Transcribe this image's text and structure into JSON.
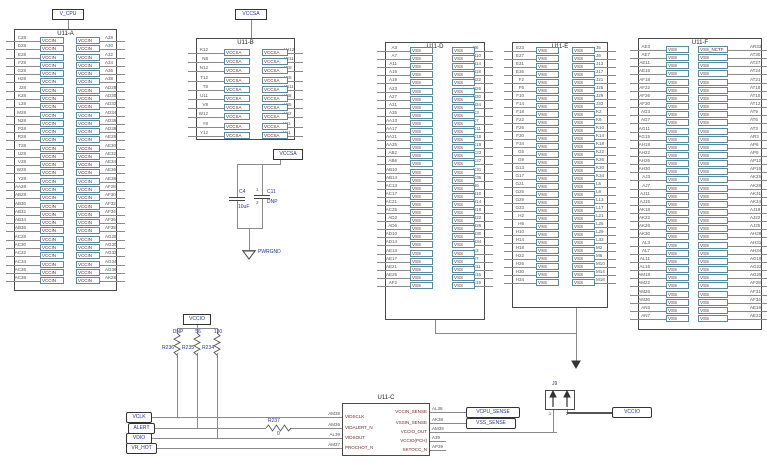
{
  "sheet": {
    "background": "#ffffff"
  },
  "colors": {
    "wire": "#8a8a8a",
    "outline": "#4a4a4a",
    "pin_name_text": "#6e2a2a",
    "pin_number_text": "#555555",
    "refdes_text": "#222222",
    "value_text": "#283593",
    "net_label_text": "#283593"
  },
  "power_flags": {
    "u11a_rail": "V_CPU",
    "u11b_rail": "VCCSA",
    "cap_rail": "VCCSA",
    "res_rail": "VCCIO"
  },
  "ics": {
    "u11a": {
      "refdes": "U11-A",
      "pin_function": "VCCIN",
      "left_pins": [
        "C28",
        "D28",
        "E28",
        "F28",
        "G28",
        "H28",
        "J28",
        "K28",
        "L28",
        "M28",
        "N28",
        "P28",
        "R28",
        "T28",
        "U28",
        "V28",
        "W28",
        "Y28",
        "AA28",
        "AB28",
        "AB30",
        "AB32",
        "AB34",
        "AB36",
        "AC28",
        "AC30",
        "AC32",
        "AC34",
        "AC36",
        "AC38"
      ],
      "right_pins": [
        "A28",
        "A30",
        "A32",
        "A34",
        "A36",
        "A38",
        "AD28",
        "AD30",
        "AD32",
        "AD34",
        "AD36",
        "AD38",
        "AE28",
        "AE30",
        "AE32",
        "AE34",
        "AE36",
        "AE38",
        "AF28",
        "AF30",
        "AF32",
        "AF34",
        "AF36",
        "AF38",
        "AG28",
        "AG30",
        "AG32",
        "AG34",
        "AG36",
        "AK28"
      ]
    },
    "u11b": {
      "refdes": "U11-B",
      "pin_function": "VCCSA",
      "left_pins": [
        "K12",
        "N8",
        "N12",
        "T12",
        "T8",
        "U11",
        "V8",
        "W12",
        "Y8",
        "Y12"
      ],
      "right_pins": [
        "AH12",
        "AE11",
        "AE8",
        "AE5",
        "AB11",
        "AB8",
        "AB5",
        "AB2",
        "Y11",
        "V11"
      ]
    },
    "u11d": {
      "refdes": "U11-D",
      "pin_function": "VSS",
      "left_pins": [
        "A3",
        "A7",
        "A11",
        "A15",
        "A19",
        "A23",
        "A27",
        "A31",
        "A35",
        "AA13",
        "AA17",
        "AA21",
        "AA25",
        "AB2",
        "AB6",
        "AB10",
        "AB14",
        "AC13",
        "AC17",
        "AC21",
        "AC25",
        "AD2",
        "AD6",
        "AD10",
        "AD14",
        "AE13",
        "AE17",
        "AE21",
        "AE25",
        "AF2"
      ],
      "right_pins": [
        "B6",
        "B10",
        "B14",
        "B18",
        "B22",
        "B26",
        "B30",
        "B34",
        "C3",
        "C7",
        "C11",
        "C15",
        "C19",
        "C23",
        "C27",
        "C31",
        "C35",
        "D6",
        "D10",
        "D14",
        "D18",
        "D22",
        "D26",
        "D30",
        "D34",
        "E3",
        "E7",
        "E11",
        "E15",
        "E19"
      ]
    },
    "u11e": {
      "refdes": "U11-E",
      "pin_function": "VSS",
      "left_pins": [
        "E23",
        "E27",
        "E31",
        "E35",
        "F2",
        "F6",
        "F10",
        "F14",
        "F18",
        "F22",
        "F26",
        "F30",
        "F34",
        "G5",
        "G9",
        "G13",
        "G17",
        "G21",
        "G25",
        "G29",
        "G33",
        "H2",
        "H6",
        "H10",
        "H14",
        "H18",
        "H22",
        "H26",
        "H30",
        "H34"
      ],
      "right_pins": [
        "J5",
        "J9",
        "J13",
        "J17",
        "J21",
        "J25",
        "J29",
        "J33",
        "K2",
        "K6",
        "K10",
        "K14",
        "K18",
        "K22",
        "K26",
        "K30",
        "K34",
        "L5",
        "L9",
        "L13",
        "L17",
        "L21",
        "L25",
        "L29",
        "L33",
        "M2",
        "M6",
        "M10",
        "M14",
        "M18"
      ]
    },
    "u11f": {
      "refdes": "U11-F",
      "pin_function": "VSS",
      "right_first_pin_function": "VSS_NCTF",
      "left_pins": [
        "AE3",
        "AE7",
        "AE11",
        "AE15",
        "AF18",
        "AF22",
        "AF26",
        "AF30",
        "AG3",
        "AG7",
        "AG11",
        "AG15",
        "AH18",
        "AH22",
        "AH26",
        "AH30",
        "AJ3",
        "AJ7",
        "AJ11",
        "AJ15",
        "AK18",
        "AK22",
        "AK26",
        "AK30",
        "AL3",
        "AL7",
        "AL11",
        "AL15",
        "AM18",
        "AM22",
        "AM26",
        "AM30",
        "AN3",
        "AN7"
      ],
      "right_pins": [
        "AR33",
        "AT30",
        "AT27",
        "AT24",
        "AT21",
        "AT18",
        "AT15",
        "AT12",
        "AT9",
        "AT6",
        "AT3",
        "AR3",
        "AP6",
        "AP9",
        "AP12",
        "AP15",
        "AK25",
        "AK28",
        "AK31",
        "AK34",
        "AJ19",
        "AJ22",
        "AJ25",
        "AH28",
        "AH31",
        "AH34",
        "AG19",
        "AG22",
        "AG25",
        "AF28",
        "AF31",
        "AF34",
        "AE19",
        "AE22"
      ]
    }
  },
  "u11c": {
    "refdes": "U11-C",
    "left_pins": [
      {
        "name": "VIDSCLK",
        "num": "AM38"
      },
      {
        "name": "VIDALERT_N",
        "num": "AM36"
      },
      {
        "name": "VIDSOUT",
        "num": "AL39"
      },
      {
        "name": "PROCHOT_N",
        "num": "AM37"
      }
    ],
    "right_pins": [
      {
        "name": "VCCIN_SENSE",
        "num": "AL38"
      },
      {
        "name": "VSSIN_SENSE",
        "num": "AK38"
      },
      {
        "name": "VCCIO_OUT",
        "num": "AM39"
      },
      {
        "name": "VCCIO(PCH)",
        "num": "A39"
      },
      {
        "name": "SKTOCC_N",
        "num": "AP39"
      }
    ]
  },
  "passives": {
    "c4": {
      "refdes": "C4",
      "value": "10uF"
    },
    "c11": {
      "refdes": "C11",
      "value": "DNP",
      "pin1": "1",
      "pin2": "2"
    },
    "r236": {
      "refdes": "R236",
      "value": "DNP"
    },
    "r235": {
      "refdes": "R235",
      "value": "56"
    },
    "r234": {
      "refdes": "R234",
      "value": "130"
    },
    "r237": {
      "refdes": "R237",
      "value": "0"
    }
  },
  "connector": {
    "refdes": "J9",
    "pin1": "1",
    "pin2": "2"
  },
  "net_labels": {
    "vclk": "VCLK",
    "alert": "ALERT",
    "vdio": "VDIO",
    "vr_hot": "VR_HOT",
    "vcpu_sense": "VCPU_SENSE",
    "vss_sense": "VSS_SENSE",
    "vccio": "VCCIO"
  },
  "ground_label": "PWRGND"
}
